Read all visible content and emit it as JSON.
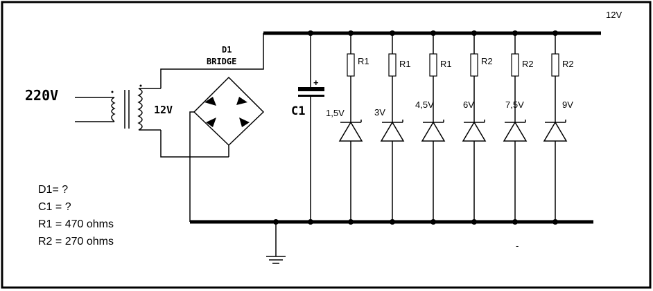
{
  "supply_label": "12V",
  "input_voltage": "220V",
  "secondary_voltage": "12V",
  "bridge": {
    "name": "D1",
    "label": "BRIDGE"
  },
  "capacitor": {
    "name": "C1",
    "polarity": "+"
  },
  "branches": [
    {
      "resistor": "R1",
      "zener": "1,5V"
    },
    {
      "resistor": "R1",
      "zener": "3V"
    },
    {
      "resistor": "R1",
      "zener": "4,5V"
    },
    {
      "resistor": "R2",
      "zener": "6V"
    },
    {
      "resistor": "R2",
      "zener": "7,5V"
    },
    {
      "resistor": "R2",
      "zener": "9V"
    }
  ],
  "notes": [
    "D1= ?",
    "C1 = ?",
    "R1 = 470 ohms",
    "R2 = 270 ohms"
  ],
  "minus_mark": "-"
}
